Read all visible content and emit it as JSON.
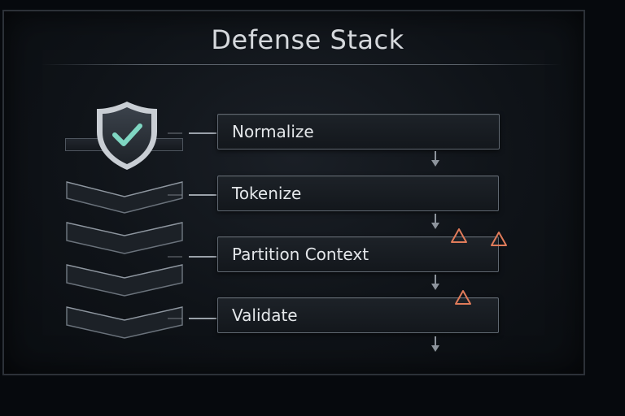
{
  "title": "Defense Stack",
  "steps": [
    {
      "label": "Normalize"
    },
    {
      "label": "Tokenize"
    },
    {
      "label": "Partition Context"
    },
    {
      "label": "Validate"
    }
  ],
  "icons": {
    "shield": "shield-check-icon",
    "warning": "warning-triangle-icon",
    "arrow": "arrow-down-icon"
  },
  "colors": {
    "background": "#06090d",
    "text": "#e4e7ea",
    "border": "#5f6770",
    "shield_check": "#7fd6c2",
    "warning": "#e07b5a"
  }
}
